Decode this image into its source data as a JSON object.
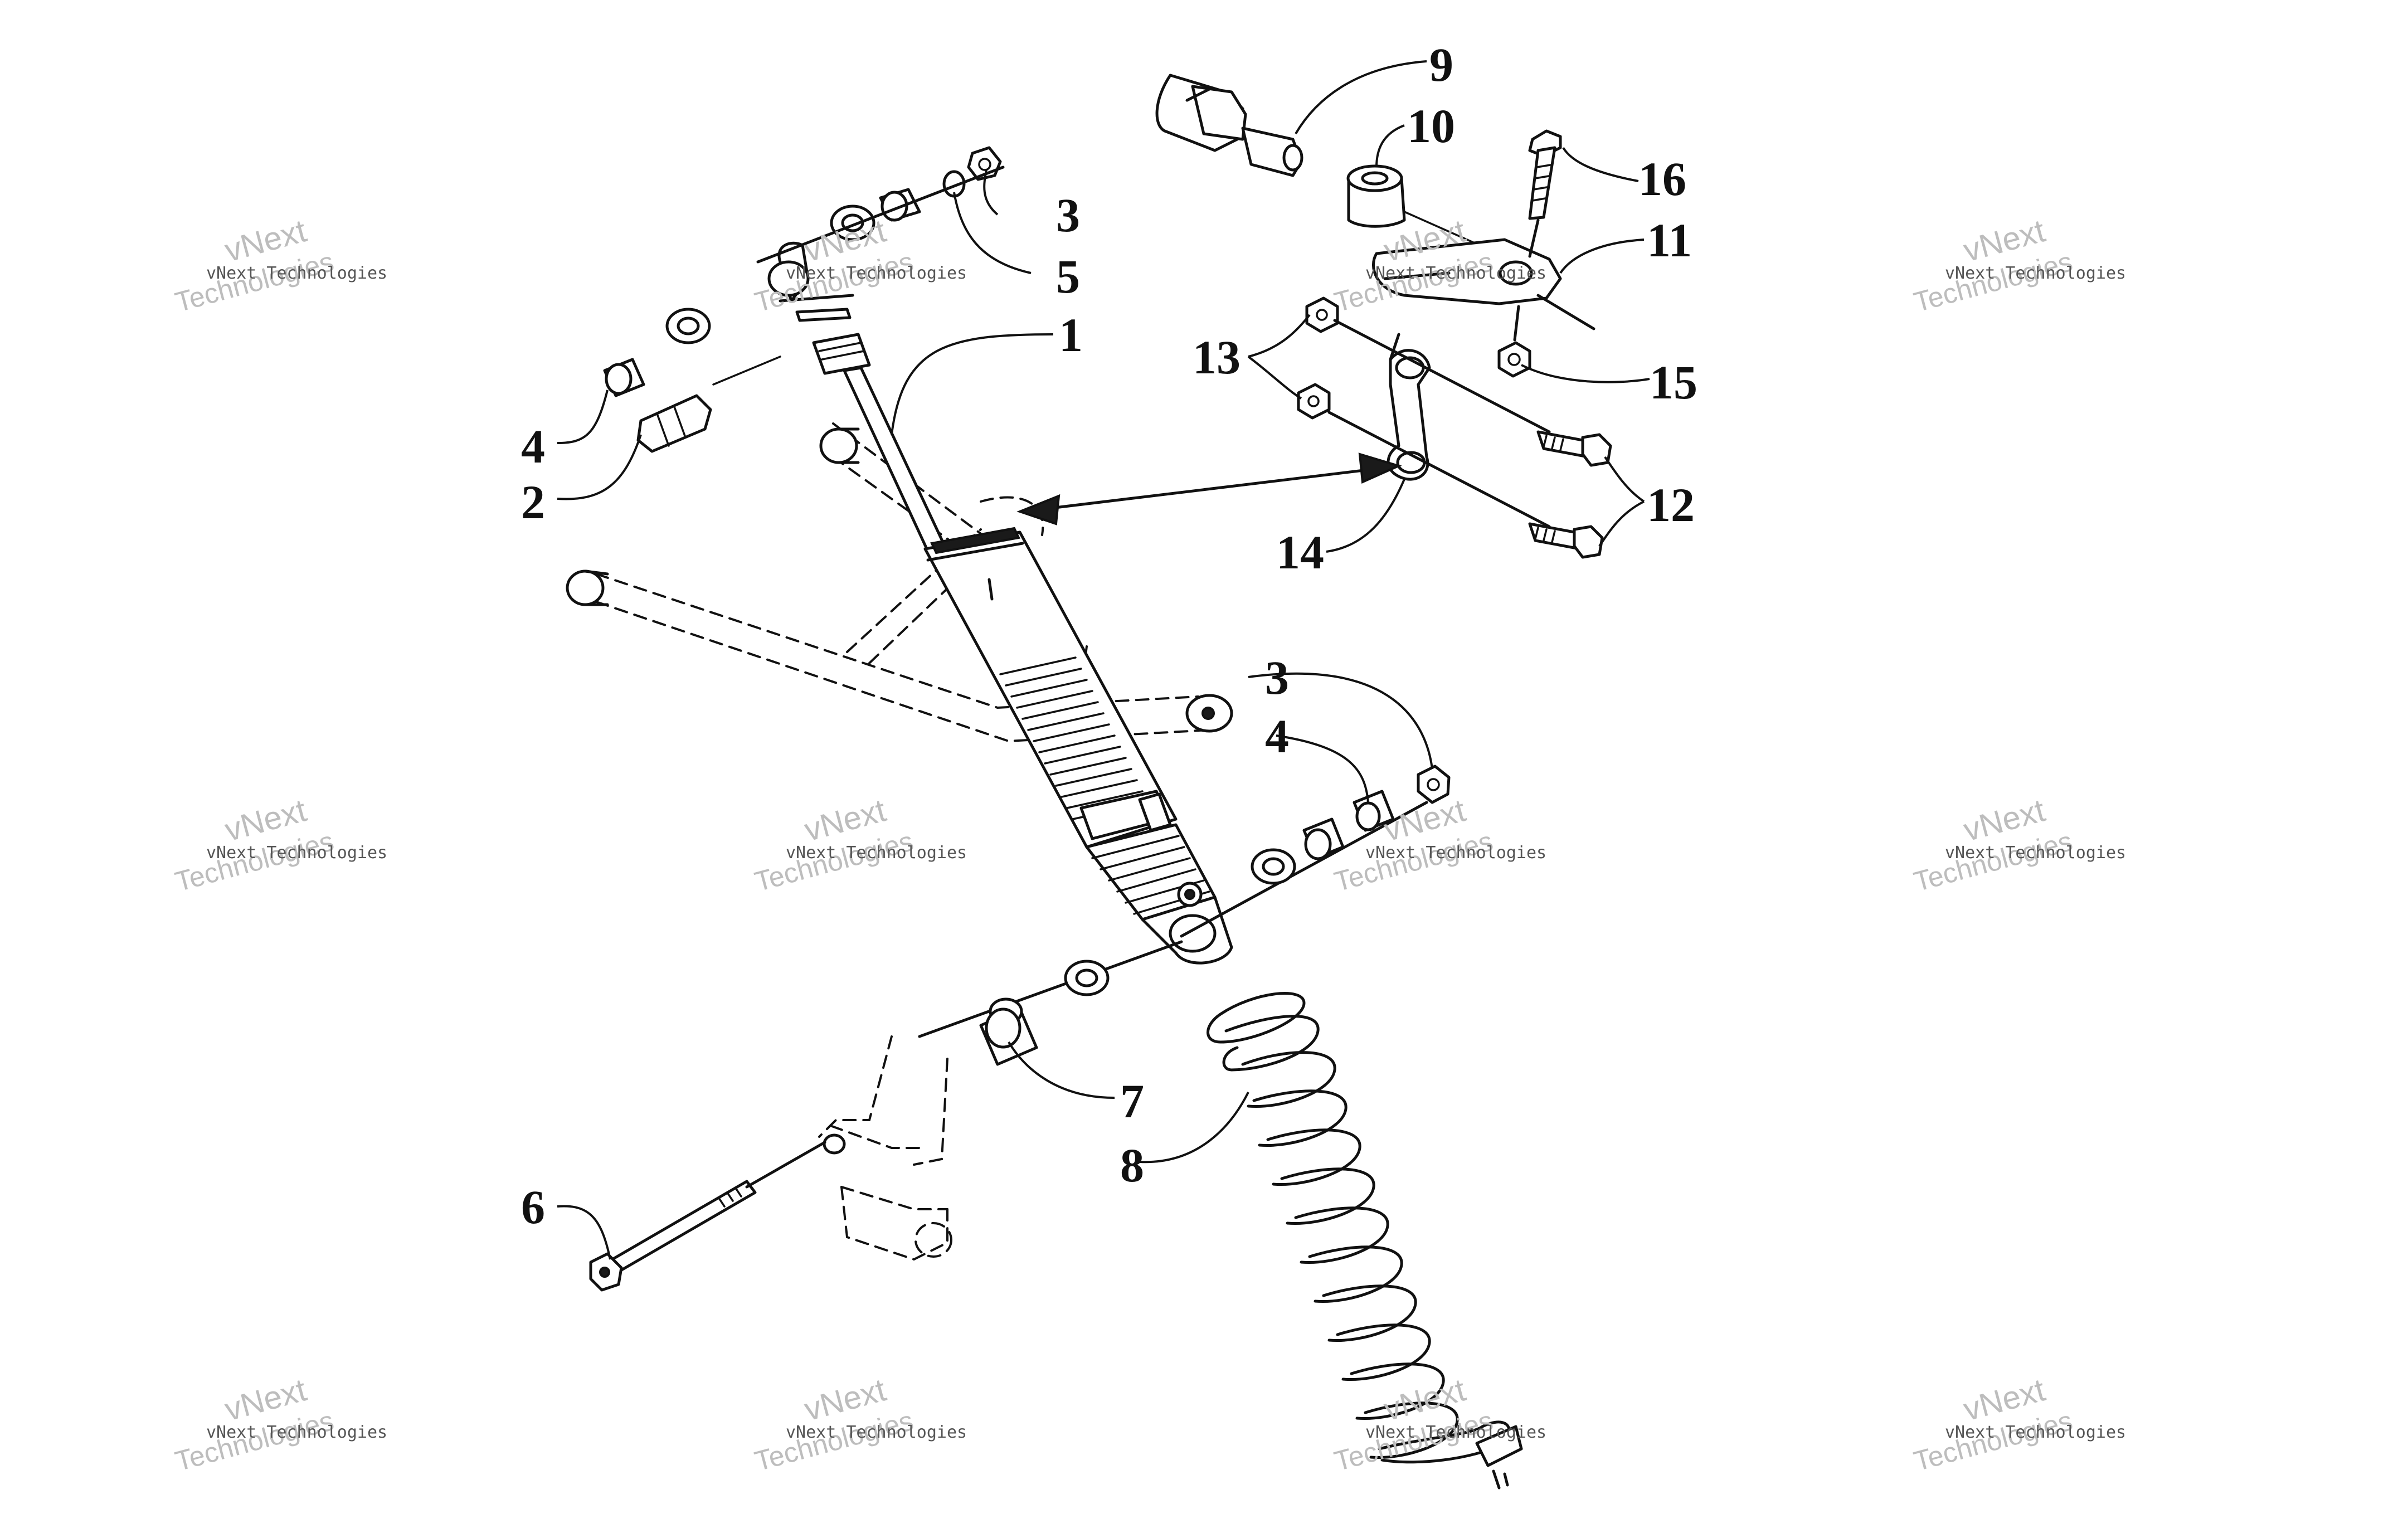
{
  "callouts": [
    {
      "id": "c1",
      "label": "1"
    },
    {
      "id": "c2",
      "label": "2"
    },
    {
      "id": "c3a",
      "label": "3"
    },
    {
      "id": "c3b",
      "label": "3"
    },
    {
      "id": "c4a",
      "label": "4"
    },
    {
      "id": "c4b",
      "label": "4"
    },
    {
      "id": "c5",
      "label": "5"
    },
    {
      "id": "c6",
      "label": "6"
    },
    {
      "id": "c7",
      "label": "7"
    },
    {
      "id": "c8",
      "label": "8"
    },
    {
      "id": "c9",
      "label": "9"
    },
    {
      "id": "c10",
      "label": "10"
    },
    {
      "id": "c11",
      "label": "11"
    },
    {
      "id": "c12",
      "label": "12"
    },
    {
      "id": "c13",
      "label": "13"
    },
    {
      "id": "c14",
      "label": "14"
    },
    {
      "id": "c15",
      "label": "15"
    },
    {
      "id": "c16",
      "label": "16"
    }
  ],
  "watermark": {
    "line1": "vNext Technologies",
    "line2": "vNext",
    "line3": "Technologies"
  },
  "colors": {
    "ink": "#111111",
    "paper": "#ffffff",
    "watermark": "#bdbdbd"
  }
}
